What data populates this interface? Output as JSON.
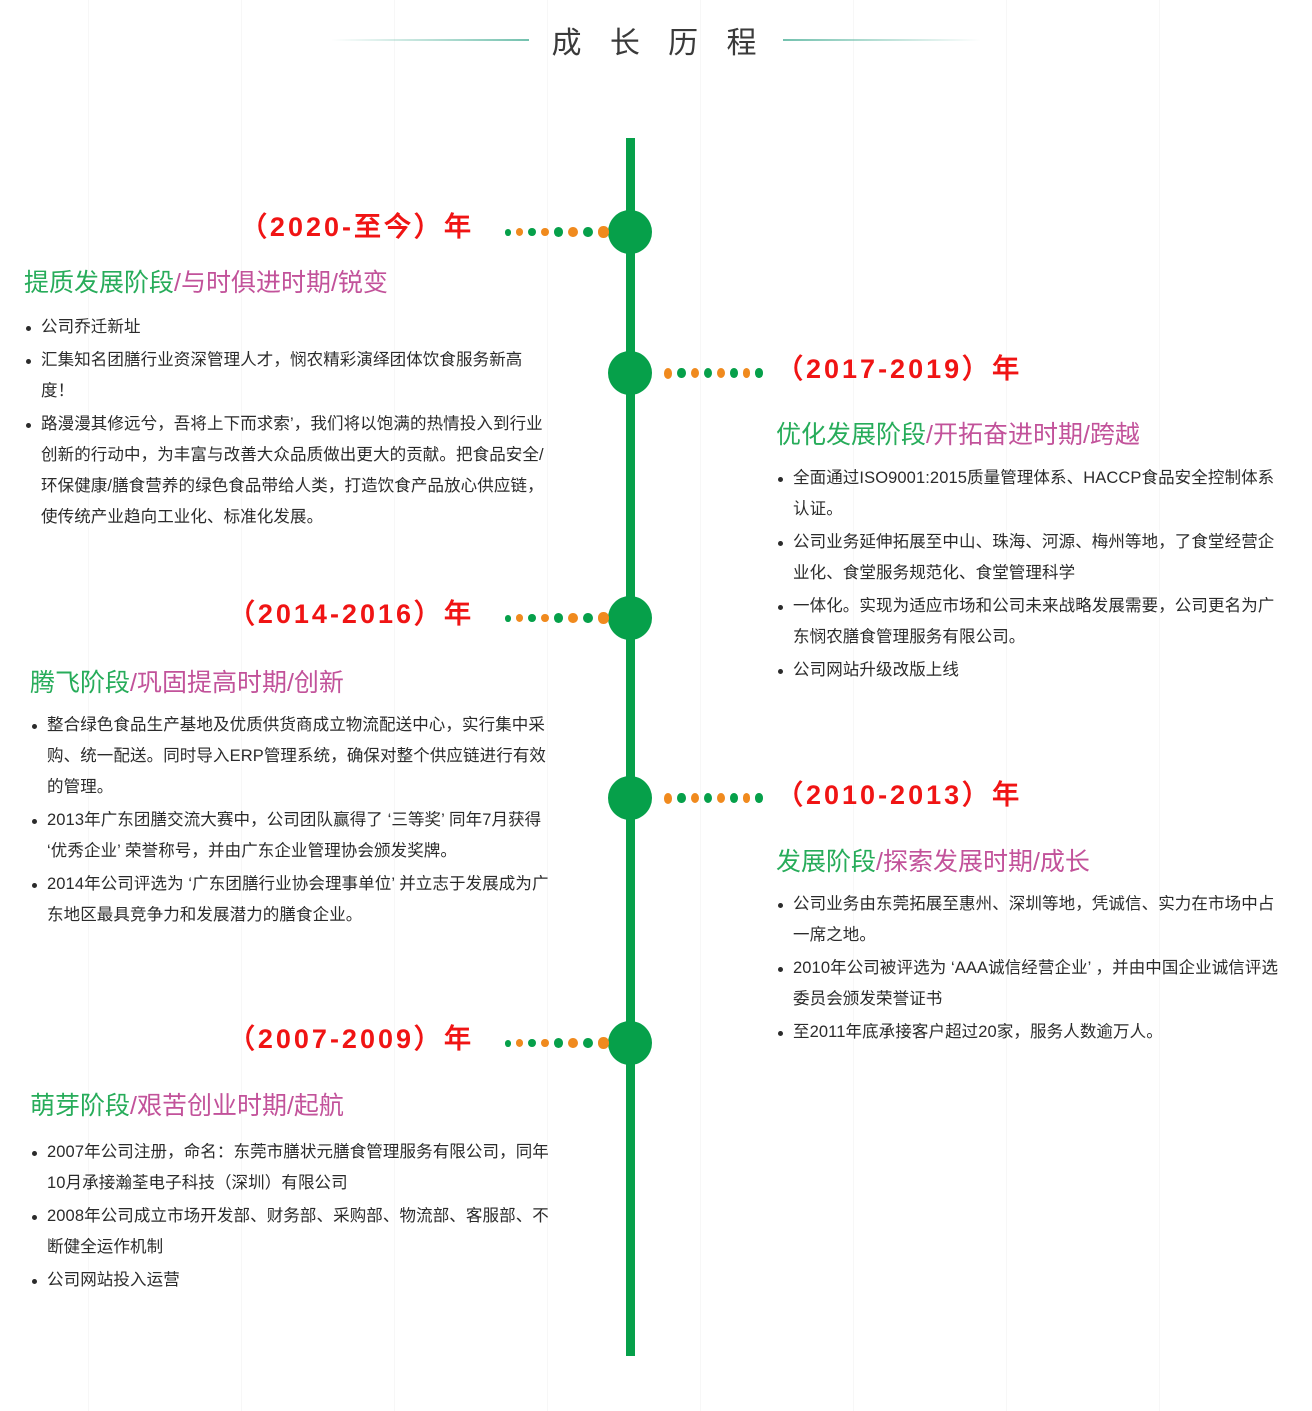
{
  "header": {
    "title": "成 长 历 程",
    "rule_color": "#6cbeaa"
  },
  "theme": {
    "spine_green": "#06a04a",
    "dot_orange": "#f08a1e",
    "dot_green": "#06a04a",
    "year_red": "#f01414",
    "stage_green": "#27ac5a",
    "stage_pink": "#c2529a",
    "body_text": "#2b2b2b"
  },
  "timeline": [
    {
      "id": "e2020",
      "side": "left",
      "year": "（2020-至今）年",
      "stage_green": "提质发展阶段",
      "stage_pink": "/与时俱进时期/锐变",
      "points": [
        "公司乔迁新址",
        "汇集知名团膳行业资深管理人才，悯农精彩演绎团体饮食服务新高度！",
        "路漫漫其修远兮，吾将上下而求索’，我们将以饱满的热情投入到行业创新的行动中，为丰富与改善大众品质做出更大的贡献。把食品安全/环保健康/膳食营养的绿色食品带给人类，打造饮食产品放心供应链，使传统产业趋向工业化、标准化发展。"
      ]
    },
    {
      "id": "e2017",
      "side": "right",
      "year": "（2017-2019）年",
      "stage_green": "优化发展阶段",
      "stage_pink": "/开拓奋进时期/跨越",
      "points": [
        "全面通过ISO9001:2015质量管理体系、HACCP食品安全控制体系认证。",
        "公司业务延伸拓展至中山、珠海、河源、梅州等地，了食堂经营企业化、食堂服务规范化、食堂管理科学",
        "一体化。实现为适应市场和公司未来战略发展需要，公司更名为广东悯农膳食管理服务有限公司。",
        "公司网站升级改版上线"
      ]
    },
    {
      "id": "e2014",
      "side": "left",
      "year": "（2014-2016）年",
      "stage_green": "腾飞阶段",
      "stage_pink": "/巩固提高时期/创新",
      "points": [
        "整合绿色食品生产基地及优质供货商成立物流配送中心，实行集中采购、统一配送。同时导入ERP管理系统，确保对整个供应链进行有效的管理。",
        "2013年广东团膳交流大赛中，公司团队赢得了 ‘三等奖’ 同年7月获得 ‘优秀企业’ 荣誉称号，并由广东企业管理协会颁发奖牌。",
        "2014年公司评选为 ‘广东团膳行业协会理事单位’ 并立志于发展成为广东地区最具竞争力和发展潜力的膳食企业。"
      ]
    },
    {
      "id": "e2010",
      "side": "right",
      "year": "（2010-2013）年",
      "stage_green": "发展阶段",
      "stage_pink": "/探索发展时期/成长",
      "points": [
        "公司业务由东莞拓展至惠州、深圳等地，凭诚信、实力在市场中占一席之地。",
        "2010年公司被评选为 ‘AAA诚信经营企业’ ，并由中国企业诚信评选委员会颁发荣誉证书",
        "至2011年底承接客户超过20家，服务人数逾万人。"
      ]
    },
    {
      "id": "e2007",
      "side": "left",
      "year": "（2007-2009）年",
      "stage_green": "萌芽阶段",
      "stage_pink": "/艰苦创业时期/起航",
      "points": [
        "2007年公司注册，命名：东莞市膳状元膳食管理服务有限公司，同年10月承接瀚荃电子科技（深圳）有限公司",
        "2008年公司成立市场开发部、财务部、采购部、物流部、客服部、不断健全运作机制",
        "公司网站投入运营"
      ]
    }
  ]
}
